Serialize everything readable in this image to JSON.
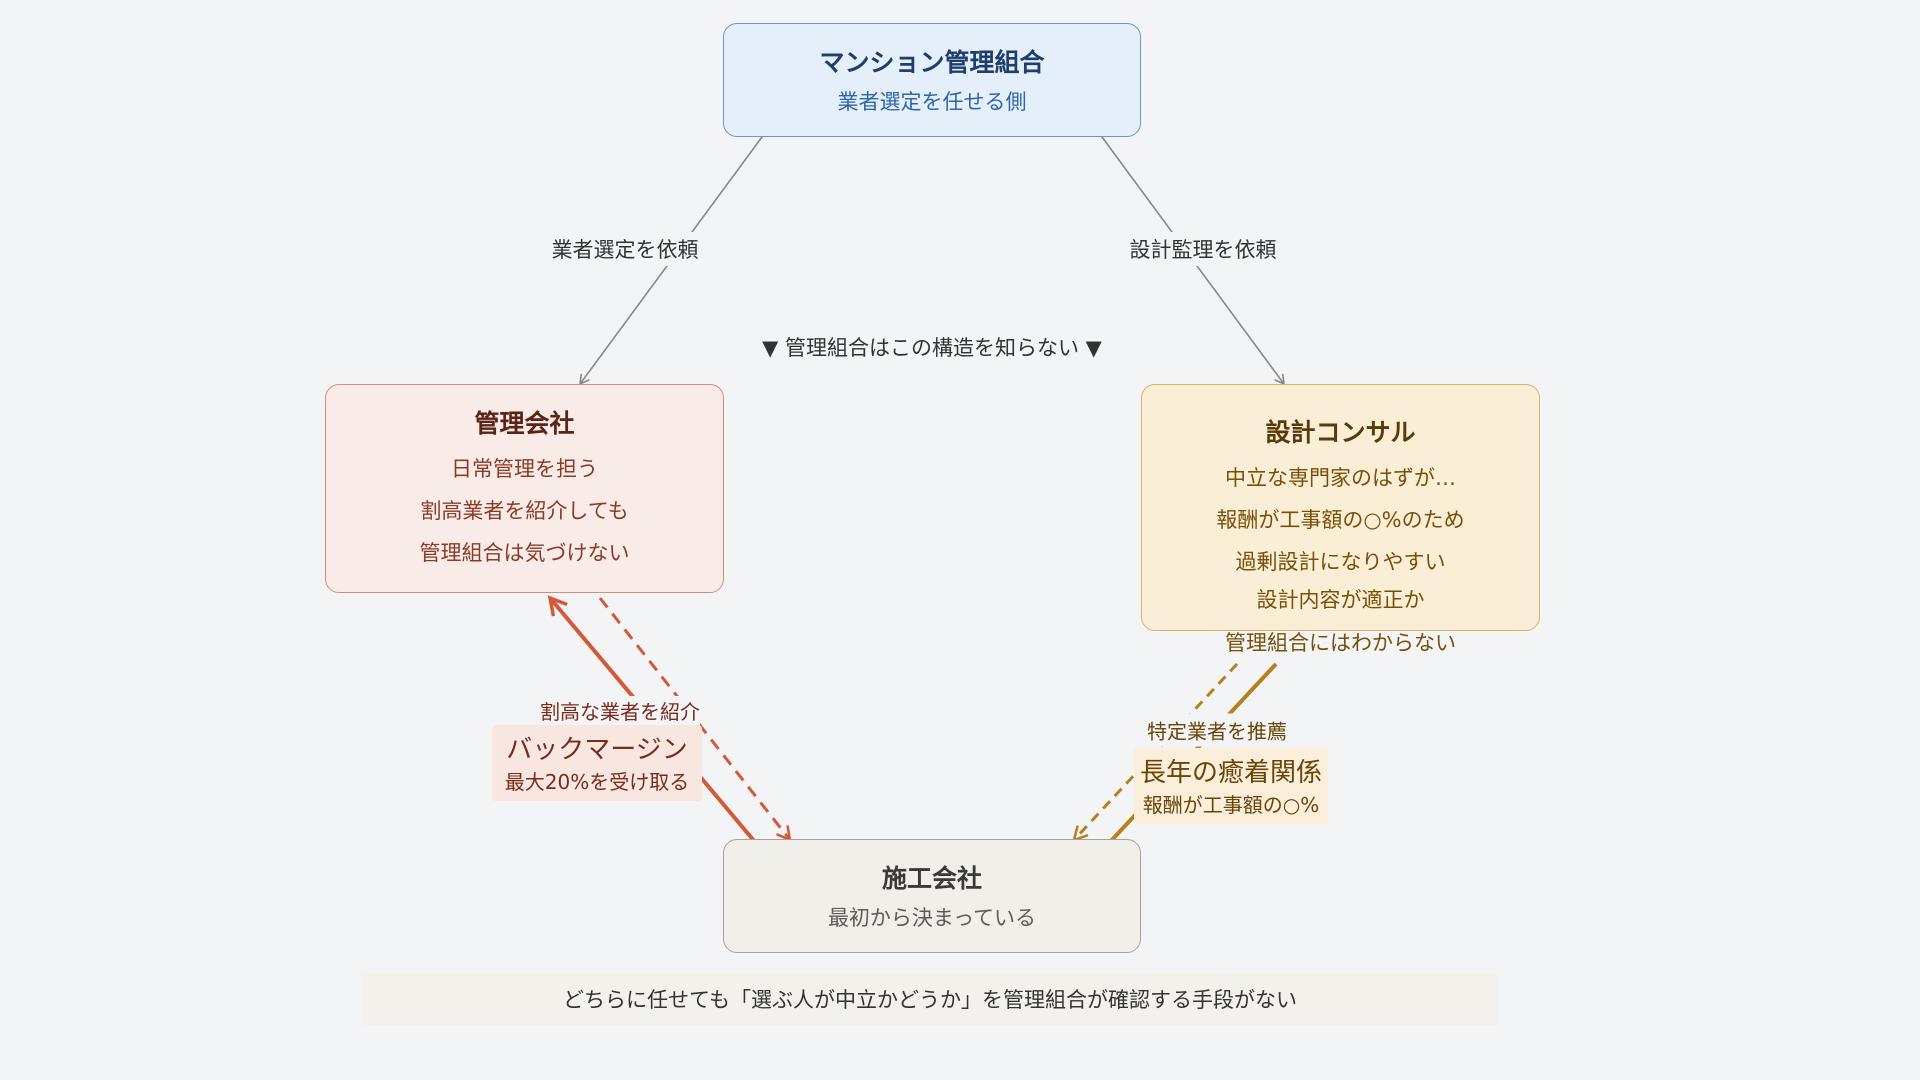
{
  "nodes": {
    "kumiai": {
      "title": "マンション管理組合",
      "lines": [
        "業者選定を任せる側"
      ]
    },
    "kanri": {
      "title": "管理会社",
      "lines": [
        "日常管理を担う",
        "割高業者を紹介しても",
        "管理組合は気づけない"
      ]
    },
    "consul": {
      "title": "設計コンサル",
      "lines": [
        "中立な専門家のはずが…",
        "報酬が工事額の○%のため",
        "過剰設計になりやすい",
        "設計内容が適正か",
        "管理組合にはわからない"
      ]
    },
    "sekou": {
      "title": "施工会社",
      "lines": [
        "最初から決まっている"
      ]
    }
  },
  "edges": {
    "kumiai_to_kanri": "業者選定を依頼",
    "kumiai_to_consul": "設計監理を依頼",
    "kanri_to_sekou": "割高な業者を紹介",
    "sekou_to_kanri": {
      "title": "バックマージン",
      "sub": "最大20%を受け取る"
    },
    "consul_to_sekou": "特定業者を推薦",
    "sekou_to_consul": {
      "title": "長年の癒着関係",
      "sub": "報酬が工事額の○%"
    }
  },
  "center_note": "▼ 管理組合はこの構造を知らない ▼",
  "footer": "どちらに任せても「選ぶ人が中立かどうか」を管理組合が確認する手段がない",
  "colors": {
    "background": "#f3f4f6",
    "kanri_accent": "#d4593a",
    "consul_accent": "#b8801c",
    "neutral_line": "#888888"
  }
}
